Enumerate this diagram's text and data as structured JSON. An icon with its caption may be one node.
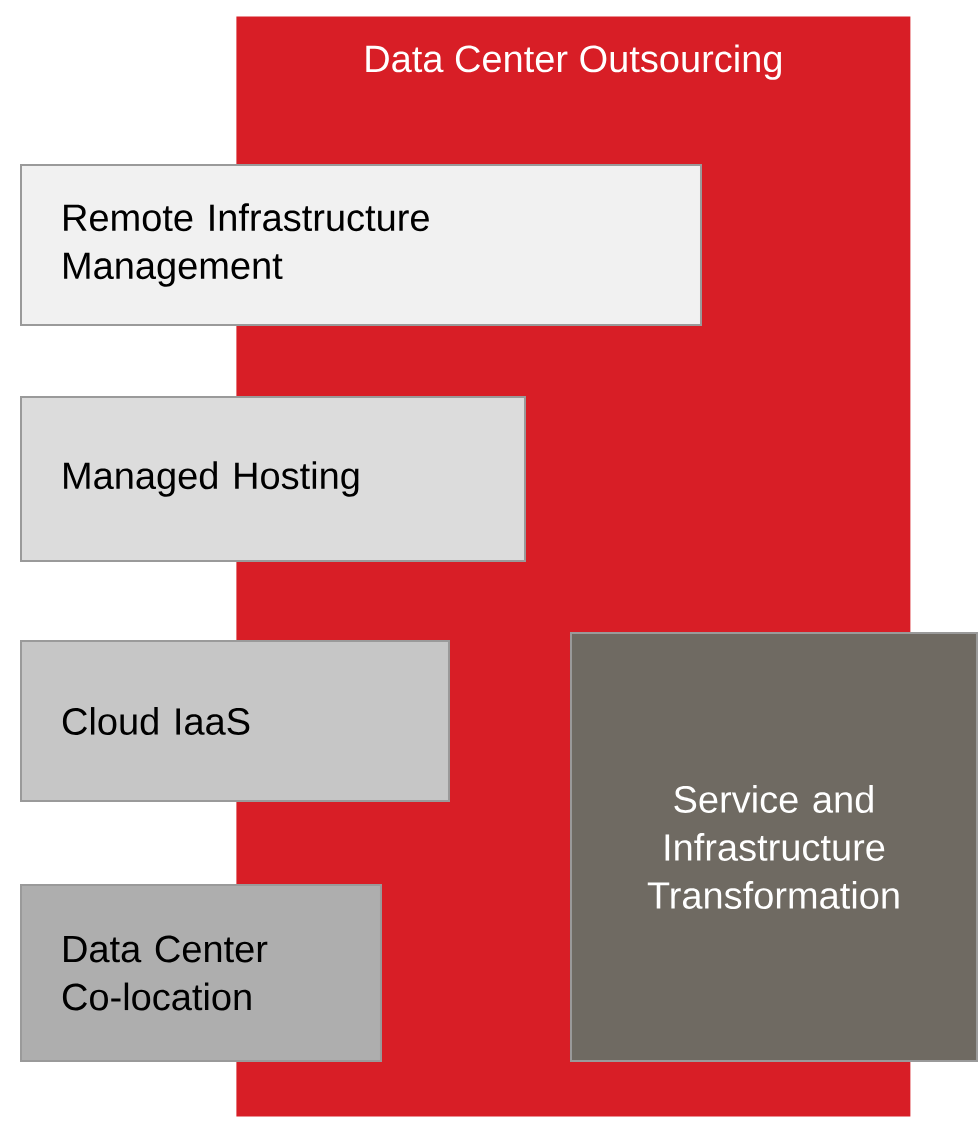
{
  "diagram": {
    "nodes": [
      {
        "text": [
          "Data Center Outsourcing"
        ]
      },
      {
        "text": [
          "Remote Infrastructure Management"
        ]
      },
      {
        "text": [
          "Managed Hosting"
        ]
      },
      {
        "text": [
          "Cloud IaaS"
        ]
      },
      {
        "text": [
          "Data Center Co-location"
        ]
      },
      {
        "text": [
          "Service and Infrastructure Transformation"
        ]
      }
    ]
  }
}
